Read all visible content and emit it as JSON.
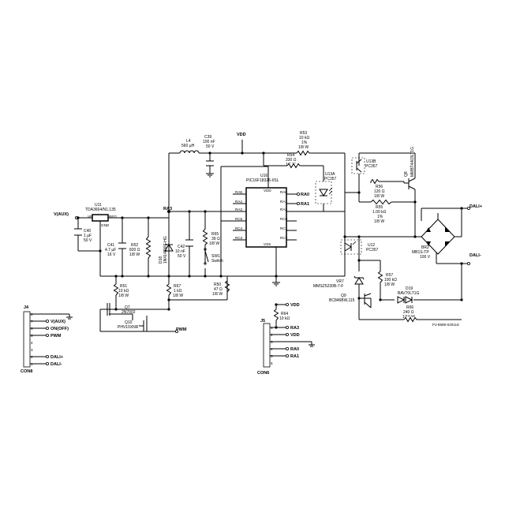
{
  "rails": {
    "vdd": "VDD",
    "vaux": "V(AUX)",
    "pwm": "PWM",
    "ra3": "RA3",
    "ra0": "RA0",
    "ra1": "RA1",
    "dali_plus": "DALI+",
    "dali_minus": "DALI-"
  },
  "parts": {
    "l4": {
      "ref": "L4",
      "value": "560 µH"
    },
    "c39": {
      "ref": "C39",
      "value": "100 nF",
      "rating": "50 V"
    },
    "r53": {
      "ref": "R53",
      "value": "10 kΩ",
      "tol": "1%",
      "power": "1/8 W"
    },
    "r54": {
      "ref": "R54",
      "value": "330 Ω",
      "power": "1/8 W"
    },
    "u16": {
      "ref": "U16",
      "value": "PIC16F18326-I/SL",
      "left_pins": [
        "RA5",
        "RA4",
        "RA3",
        "RC5",
        "RC4",
        "RC3"
      ],
      "right_pins": [
        "RA0",
        "RA1",
        "RA2",
        "RC0",
        "RC1",
        "RC2"
      ],
      "top_pin": "VDD",
      "bottom_pin": "VSS"
    },
    "u13a": {
      "ref": "U13A",
      "value": "PC357"
    },
    "u13b": {
      "ref": "U13B",
      "value": "PC357"
    },
    "q8": {
      "ref": "Q8",
      "value": "MMBT4403LT1G"
    },
    "r56": {
      "ref": "R56",
      "value": "120 Ω",
      "power": "1/8 W"
    },
    "r55": {
      "ref": "R55",
      "value": "1.00 kΩ",
      "tol": "1%",
      "power": "1/8 W"
    },
    "br2": {
      "ref": "BR2",
      "value": "MB1S-TP",
      "rating": "100 V"
    },
    "u11": {
      "ref": "U11",
      "value": "TDA3664/N1,135",
      "pin_vp": "VP",
      "pin_reg": "REG",
      "pin_gnd": "GND"
    },
    "c40": {
      "ref": "C40",
      "value": "1 µF",
      "rating": "50 V"
    },
    "c41": {
      "ref": "C41",
      "value": "4.7 µF",
      "rating": "16 V"
    },
    "r52": {
      "ref": "R52",
      "value": "820 Ω",
      "power": "1/8 W"
    },
    "d18": {
      "ref": "D18",
      "value": "1N4148WS-HG"
    },
    "c42": {
      "ref": "C42",
      "value": "10 nF",
      "rating": "50 V"
    },
    "r65": {
      "ref": "R65",
      "value": "39 Ω",
      "power": "1/8 W"
    },
    "sw1": {
      "ref": "SW1",
      "value": "Switch"
    },
    "u12": {
      "ref": "U12",
      "value": "PC357"
    },
    "vr7": {
      "ref": "VR7",
      "value": "MMSZ5230B-7-F"
    },
    "r57": {
      "ref": "R57",
      "value": "100 kΩ",
      "power": "1/8 W"
    },
    "d19": {
      "ref": "D19",
      "value": "BAV70LT1G"
    },
    "q9": {
      "ref": "Q9",
      "value": "BC846BW,115"
    },
    "r66": {
      "ref": "R66",
      "value": "240 Ω",
      "power": "1/10 W"
    },
    "r51": {
      "ref": "R51",
      "value": "10 kΩ",
      "power": "1/8 W"
    },
    "r67": {
      "ref": "R67",
      "value": "1 kΩ",
      "power": "1/8 W"
    },
    "r50": {
      "ref": "R50",
      "value": "47 Ω",
      "power": "1/8 W"
    },
    "q7": {
      "ref": "Q7",
      "value": "2N7002"
    },
    "q10": {
      "ref": "Q10",
      "value": "PHV10XNR"
    },
    "r64": {
      "ref": "R64",
      "value": "10 kΩ"
    }
  },
  "connectors": {
    "j4": {
      "ref": "J4",
      "type": "CON8",
      "pins": [
        "8",
        "7",
        "6",
        "5",
        "4",
        "3",
        "2",
        "1"
      ],
      "nets": [
        "V(AUX)",
        "ON(OFF)",
        "PWM",
        "DALI+",
        "DALI-"
      ]
    },
    "j5": {
      "ref": "J5",
      "type": "CON6",
      "pins": [
        "1",
        "2",
        "3",
        "4",
        "5",
        "6"
      ],
      "nets": [
        "RA3",
        "VDD",
        "RA0",
        "RA1"
      ],
      "vdd_label": "VDD"
    }
  },
  "footer_code": "PJ-8589-020118"
}
